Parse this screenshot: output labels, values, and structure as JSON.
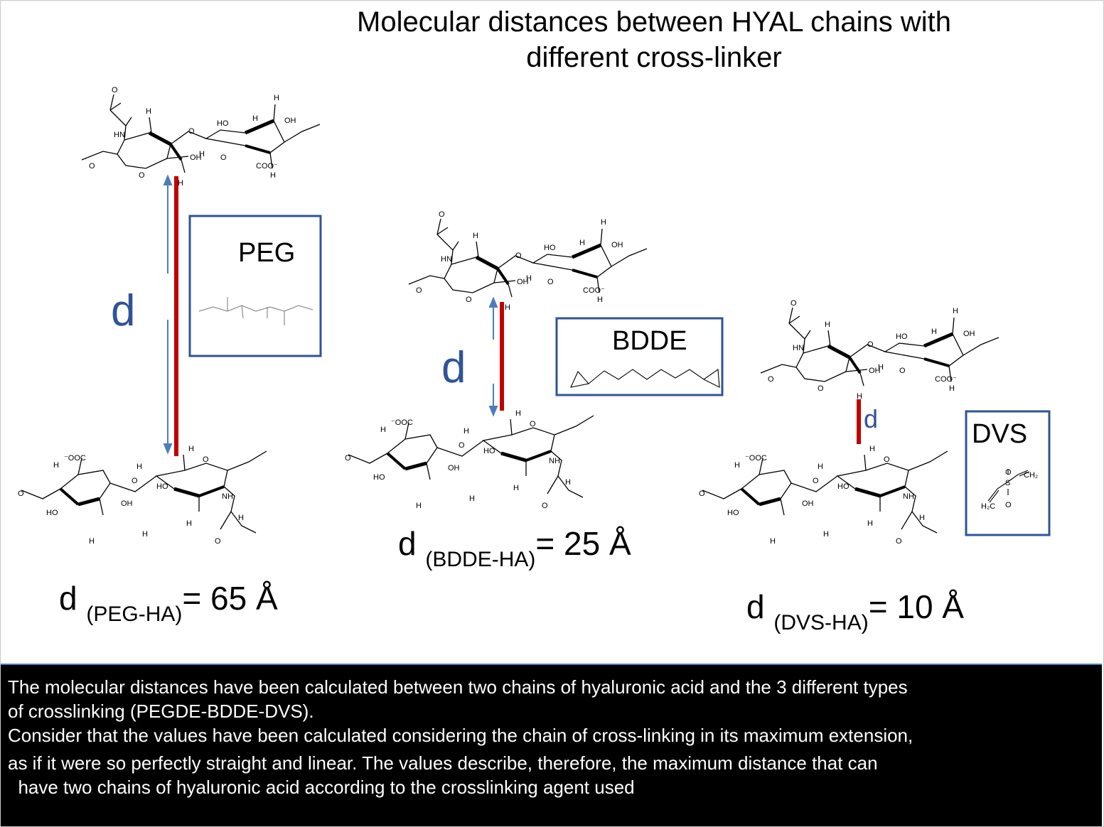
{
  "title": {
    "line1": "Molecular distances between HYAL chains with",
    "line2": "different cross-linker"
  },
  "distance_symbol": "d",
  "panels": [
    {
      "crosslinker": "PEG",
      "distance_label": "d",
      "distance_subscript": "(PEG-HA)",
      "distance_value": "= 65 Å"
    },
    {
      "crosslinker": "BDDE",
      "distance_label": "d",
      "distance_subscript": "(BDDE-HA)",
      "distance_value": "= 25 Å"
    },
    {
      "crosslinker": "DVS",
      "distance_label": "d",
      "distance_subscript": "(DVS-HA)",
      "distance_value": "= 10 Å"
    }
  ],
  "colors": {
    "accent_blue": "#2f5496",
    "link_red": "#c00000",
    "arrow_blue": "#4a7ebb",
    "caption_bg": "#000000"
  },
  "caption": {
    "line1": "The molecular distances have been calculated between two chains of hyaluronic acid and the 3 different types",
    "line2": "of crosslinking (PEGDE-BDDE-DVS).",
    "line3": "Consider that the values have been calculated considering the chain of cross-linking in its maximum extension,",
    "line4": "as if it were so perfectly straight and linear. The values describe, therefore, the maximum distance that can",
    "line5": "  have two chains of hyaluronic acid according to the crosslinking agent used"
  }
}
